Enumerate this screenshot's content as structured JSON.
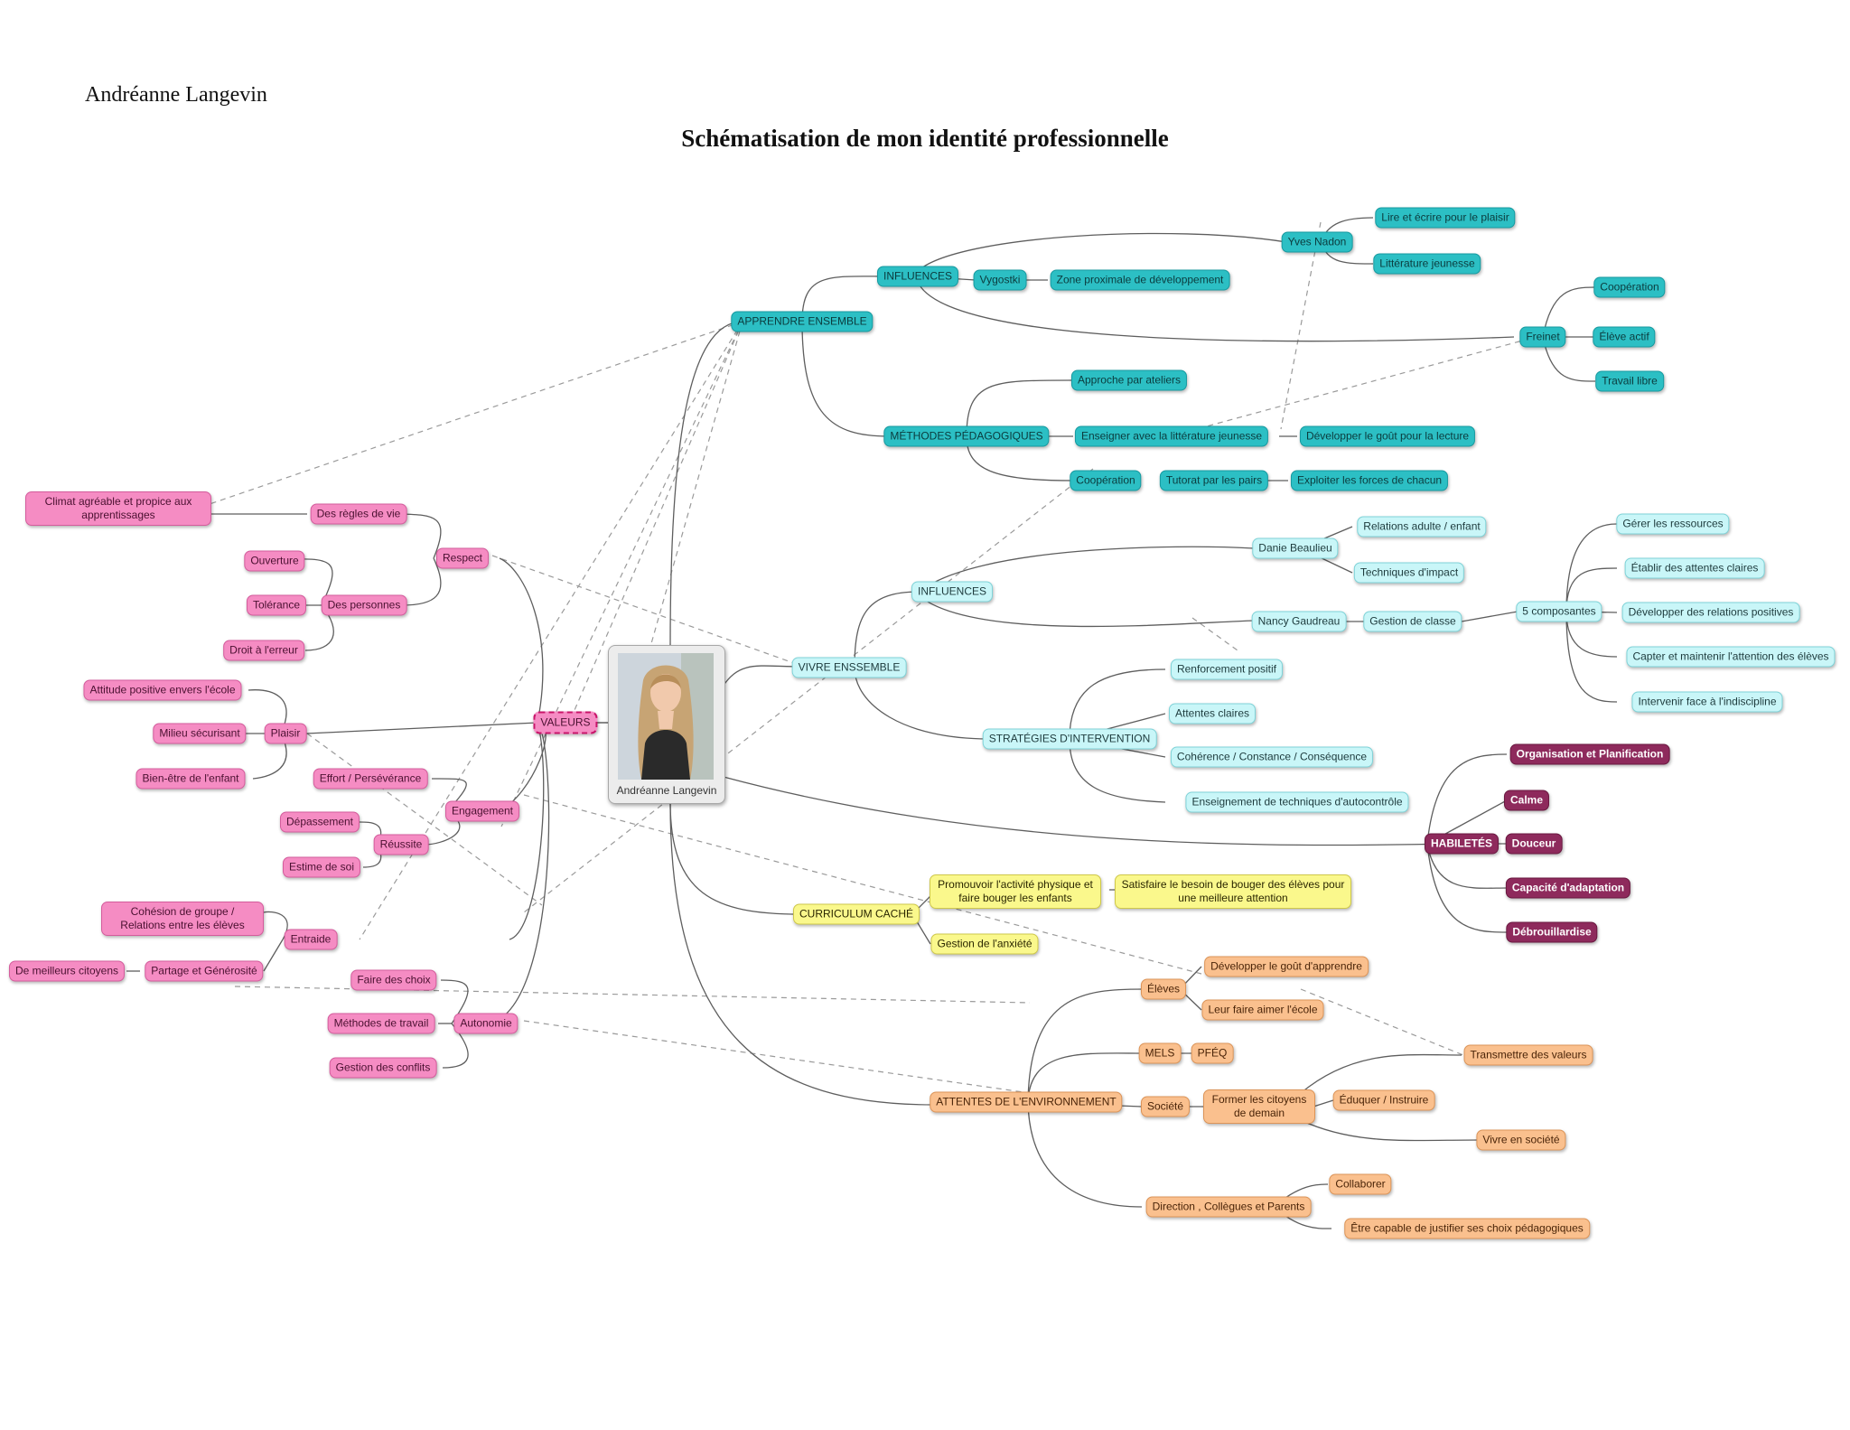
{
  "header": {
    "author": "Andréanne Langevin",
    "title": "Schématisation de mon identité professionnelle"
  },
  "colors": {
    "teal": "#2cbfc4",
    "light_cyan": "#c9f6f8",
    "pink": "#f58cc3",
    "plum": "#8e2a5c",
    "yellow": "#faf88c",
    "orange": "#fac08e"
  },
  "center": {
    "label": "Andréanne Langevin",
    "icon": "portrait-photo"
  },
  "apprendre": {
    "main": "APPRENDRE ENSEMBLE",
    "influences": "INFLUENCES",
    "vygotski": "Vygostki",
    "zone": "Zone proximale de développement",
    "nadon": "Yves Nadon",
    "lire": "Lire et écrire pour le plaisir",
    "litt": "Littérature jeunesse",
    "freinet": "Freinet",
    "coop_f": "Coopération",
    "eleve_actif": "Élève actif",
    "travail_libre": "Travail libre",
    "methodes": "MÉTHODES PÉDAGOGIQUES",
    "ateliers": "Approche par ateliers",
    "enseigner_litt": "Enseigner avec la littérature jeunesse",
    "gout_lecture": "Développer le goût pour la lecture",
    "coop_m": "Coopération",
    "tutorat": "Tutorat par les pairs",
    "forces": "Exploiter les forces de chacun"
  },
  "vivre": {
    "main": "VIVRE ENSSEMBLE",
    "influences": "INFLUENCES",
    "danie": "Danie Beaulieu",
    "relations": "Relations adulte / enfant",
    "techniques_impact": "Techniques d'impact",
    "nancy": "Nancy Gaudreau",
    "gestion_classe": "Gestion de classe",
    "cinq": "5 composantes",
    "ressources": "Gérer les ressources",
    "attentes_claires": "Établir des attentes claires",
    "relations_pos": "Développer des relations positives",
    "attention": "Capter et maintenir l'attention des élèves",
    "indiscipline": "Intervenir face à l'indiscipline",
    "strategies": "STRATÉGIES D'INTERVENTION",
    "renforcement": "Renforcement positif",
    "attentes": "Attentes claires",
    "coherence": "Cohérence / Constance / Conséquence",
    "autocontrole": "Enseignement de techniques d'autocontrôle"
  },
  "habiletes": {
    "main": "HABILETÉS",
    "organisation": "Organisation et Planification",
    "calme": "Calme",
    "douceur": "Douceur",
    "adaptation": "Capacité d'adaptation",
    "debrouillardise": "Débrouillardise"
  },
  "curriculum": {
    "main": "CURRICULUM CACHÉ",
    "promouvoir": "Promouvoir l'activité physique et faire bouger les enfants",
    "satisfaire": "Satisfaire le besoin de bouger des élèves pour une meilleure attention",
    "anxiete": "Gestion de l'anxiété"
  },
  "attentes_env": {
    "main": "ATTENTES DE L'ENVIRONNEMENT",
    "eleves": "Élèves",
    "gout_apprendre": "Développer le goût d'apprendre",
    "aimer_ecole": "Leur faire aimer l'école",
    "mels": "MELS",
    "pfeq": "PFÉQ",
    "valeurs_t": "Transmettre des valeurs",
    "societe": "Société",
    "citoyens": "Former les citoyens de demain",
    "eduquer": "Éduquer / Instruire",
    "vivre_societe": "Vivre en société",
    "direction": "Direction , Collègues et Parents",
    "collaborer": "Collaborer",
    "justifier": "Être capable de justifier ses choix pédagogiques"
  },
  "valeurs": {
    "main": "VALEURS",
    "respect": "Respect",
    "regles": "Des règles de vie",
    "climat": "Climat agréable et propice aux apprentissages",
    "personnes": "Des personnes",
    "ouverture": "Ouverture",
    "tolerance": "Tolérance",
    "droit_erreur": "Droit à l'erreur",
    "plaisir": "Plaisir",
    "attitude": "Attitude positive envers l'école",
    "milieu": "Milieu sécurisant",
    "bien_etre": "Bien-être de l'enfant",
    "engagement": "Engagement",
    "effort": "Effort / Persévérance",
    "reussite": "Réussite",
    "depassement": "Dépassement",
    "estime": "Estime de soi",
    "entraide": "Entraide",
    "cohesion": "Cohésion de groupe / Relations entre les élèves",
    "partage": "Partage et Générosité",
    "citoyens": "De meilleurs citoyens",
    "autonomie": "Autonomie",
    "choix": "Faire des choix",
    "methodes_travail": "Méthodes de travail",
    "conflits": "Gestion des conflits"
  }
}
